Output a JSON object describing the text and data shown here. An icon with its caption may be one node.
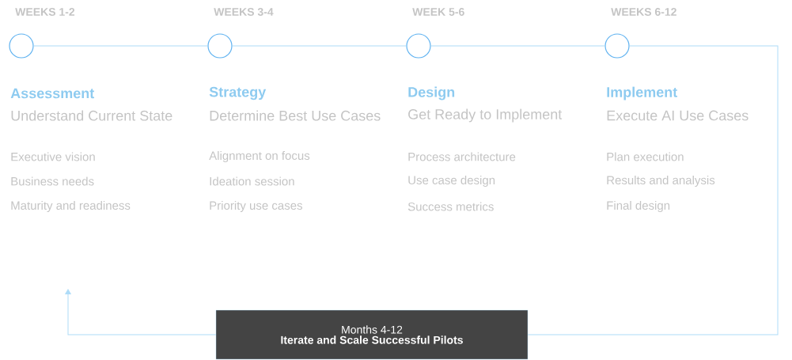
{
  "diagram": {
    "nodes": [
      {
        "text": [],
        "shape": "circle",
        "beside": [
          "WEEKS 1-2"
        ]
      },
      {
        "text": [],
        "shape": "circle",
        "beside": [
          "WEEKS 3-4"
        ]
      },
      {
        "text": [],
        "shape": "circle",
        "beside": [
          "WEEK 5-6"
        ]
      },
      {
        "text": [],
        "shape": "circle",
        "beside": [
          "WEEKS 6-12"
        ]
      },
      {
        "text": [
          "Months 4-12",
          "Iterate and Scale Successful Pilots"
        ]
      }
    ],
    "edges": [
      {
        "from": 0,
        "to": 1,
        "arrow": "none"
      },
      {
        "from": 1,
        "to": 2,
        "arrow": "none"
      },
      {
        "from": 2,
        "to": 3,
        "arrow": "none"
      },
      {
        "from": 3,
        "to": 4,
        "arrow": "none"
      },
      {
        "from": 4,
        "to": null,
        "arrow": "to"
      }
    ],
    "labels": [
      "Assessment",
      "Understand Current State",
      "Executive vision",
      "Business needs",
      "Maturity and readiness",
      "Strategy",
      "Determine Best Use Cases",
      "Alignment on focus",
      "Ideation session",
      "Priority use cases",
      "Design",
      "Get Ready to Implement",
      "Process architecture",
      "Use case design",
      "Success metrics",
      "Implement",
      "Execute AI Use Cases",
      "Plan execution",
      "Results and analysis",
      "Final design"
    ]
  }
}
